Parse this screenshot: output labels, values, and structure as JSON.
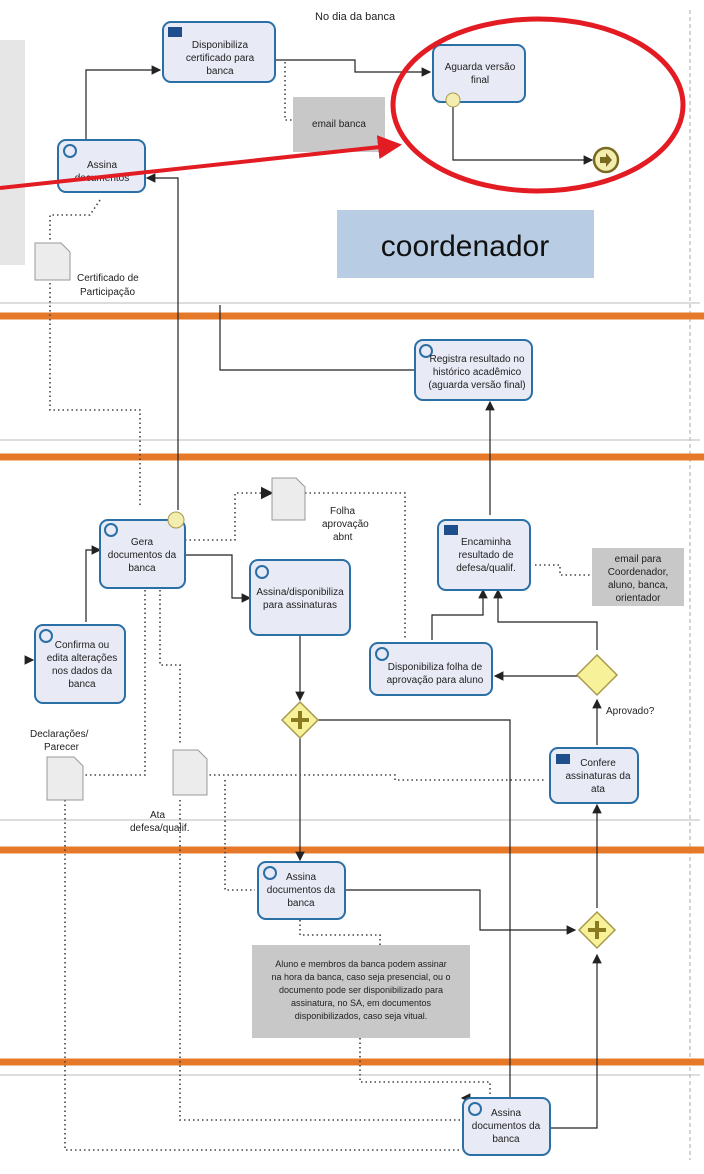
{
  "header": {
    "lane_label": "No dia da banca"
  },
  "callout": {
    "text": "coordenador"
  },
  "annotations": {
    "email_banca": "email banca",
    "email_para": [
      "email para",
      "Coordenador,",
      "aluno, banca,",
      "orientador"
    ],
    "note": [
      "Aluno e membros da banca podem assinar",
      "na hora da banca, caso seja presencial, ou o",
      "documento pode ser disponibilizado para",
      "assinatura, no SA, em documentos",
      "disponibilizados, caso seja vitual."
    ]
  },
  "tasks": {
    "disponibiliza_certificado": [
      "Disponibiliza",
      "certificado para",
      "banca"
    ],
    "aguarda_versao": [
      "Aguarda versão",
      "final"
    ],
    "assina_documentos_top": [
      "Assina",
      "documentos"
    ],
    "registra_resultado": [
      "Registra resultado no",
      "histórico acadêmico",
      "(aguarda versão final)"
    ],
    "gera_documentos": [
      "Gera",
      "documentos da",
      "banca"
    ],
    "assina_disponibiliza": [
      "Assina/disponibiliza",
      "para assinaturas"
    ],
    "encaminha_resultado": [
      "Encaminha",
      "resultado de",
      "defesa/qualif."
    ],
    "confirma_edita": [
      "Confirma ou",
      "edita alterações",
      "nos dados da",
      "banca"
    ],
    "disponibiliza_folha": [
      "Disponibiliza folha de",
      "aprovação para aluno"
    ],
    "confere_assinaturas": [
      "Confere",
      "assinaturas da",
      "ata"
    ],
    "assina_documentos_mid": [
      "Assina",
      "documentos da",
      "banca"
    ],
    "assina_documentos_bottom": [
      "Assina",
      "documentos da",
      "banca"
    ]
  },
  "documents": {
    "certificado": [
      "Certificado de",
      "Participação"
    ],
    "folha_aprovacao": [
      "Folha",
      "aprovação",
      "abnt"
    ],
    "declaracoes": [
      "Declarações/",
      "Parecer"
    ],
    "ata": [
      "Ata",
      "defesa/qualif."
    ]
  },
  "gateway_labels": {
    "aprovado": "Aprovado?"
  },
  "colors": {
    "highlight_circle": "#e31b23",
    "arrow": "#e31b23",
    "callout_bg": "#b8cce4",
    "lane_divider": "#e6782a",
    "task_border": "#2a6fa6",
    "task_fill": "#e8eaf6",
    "gateway": "#f7f29a"
  }
}
